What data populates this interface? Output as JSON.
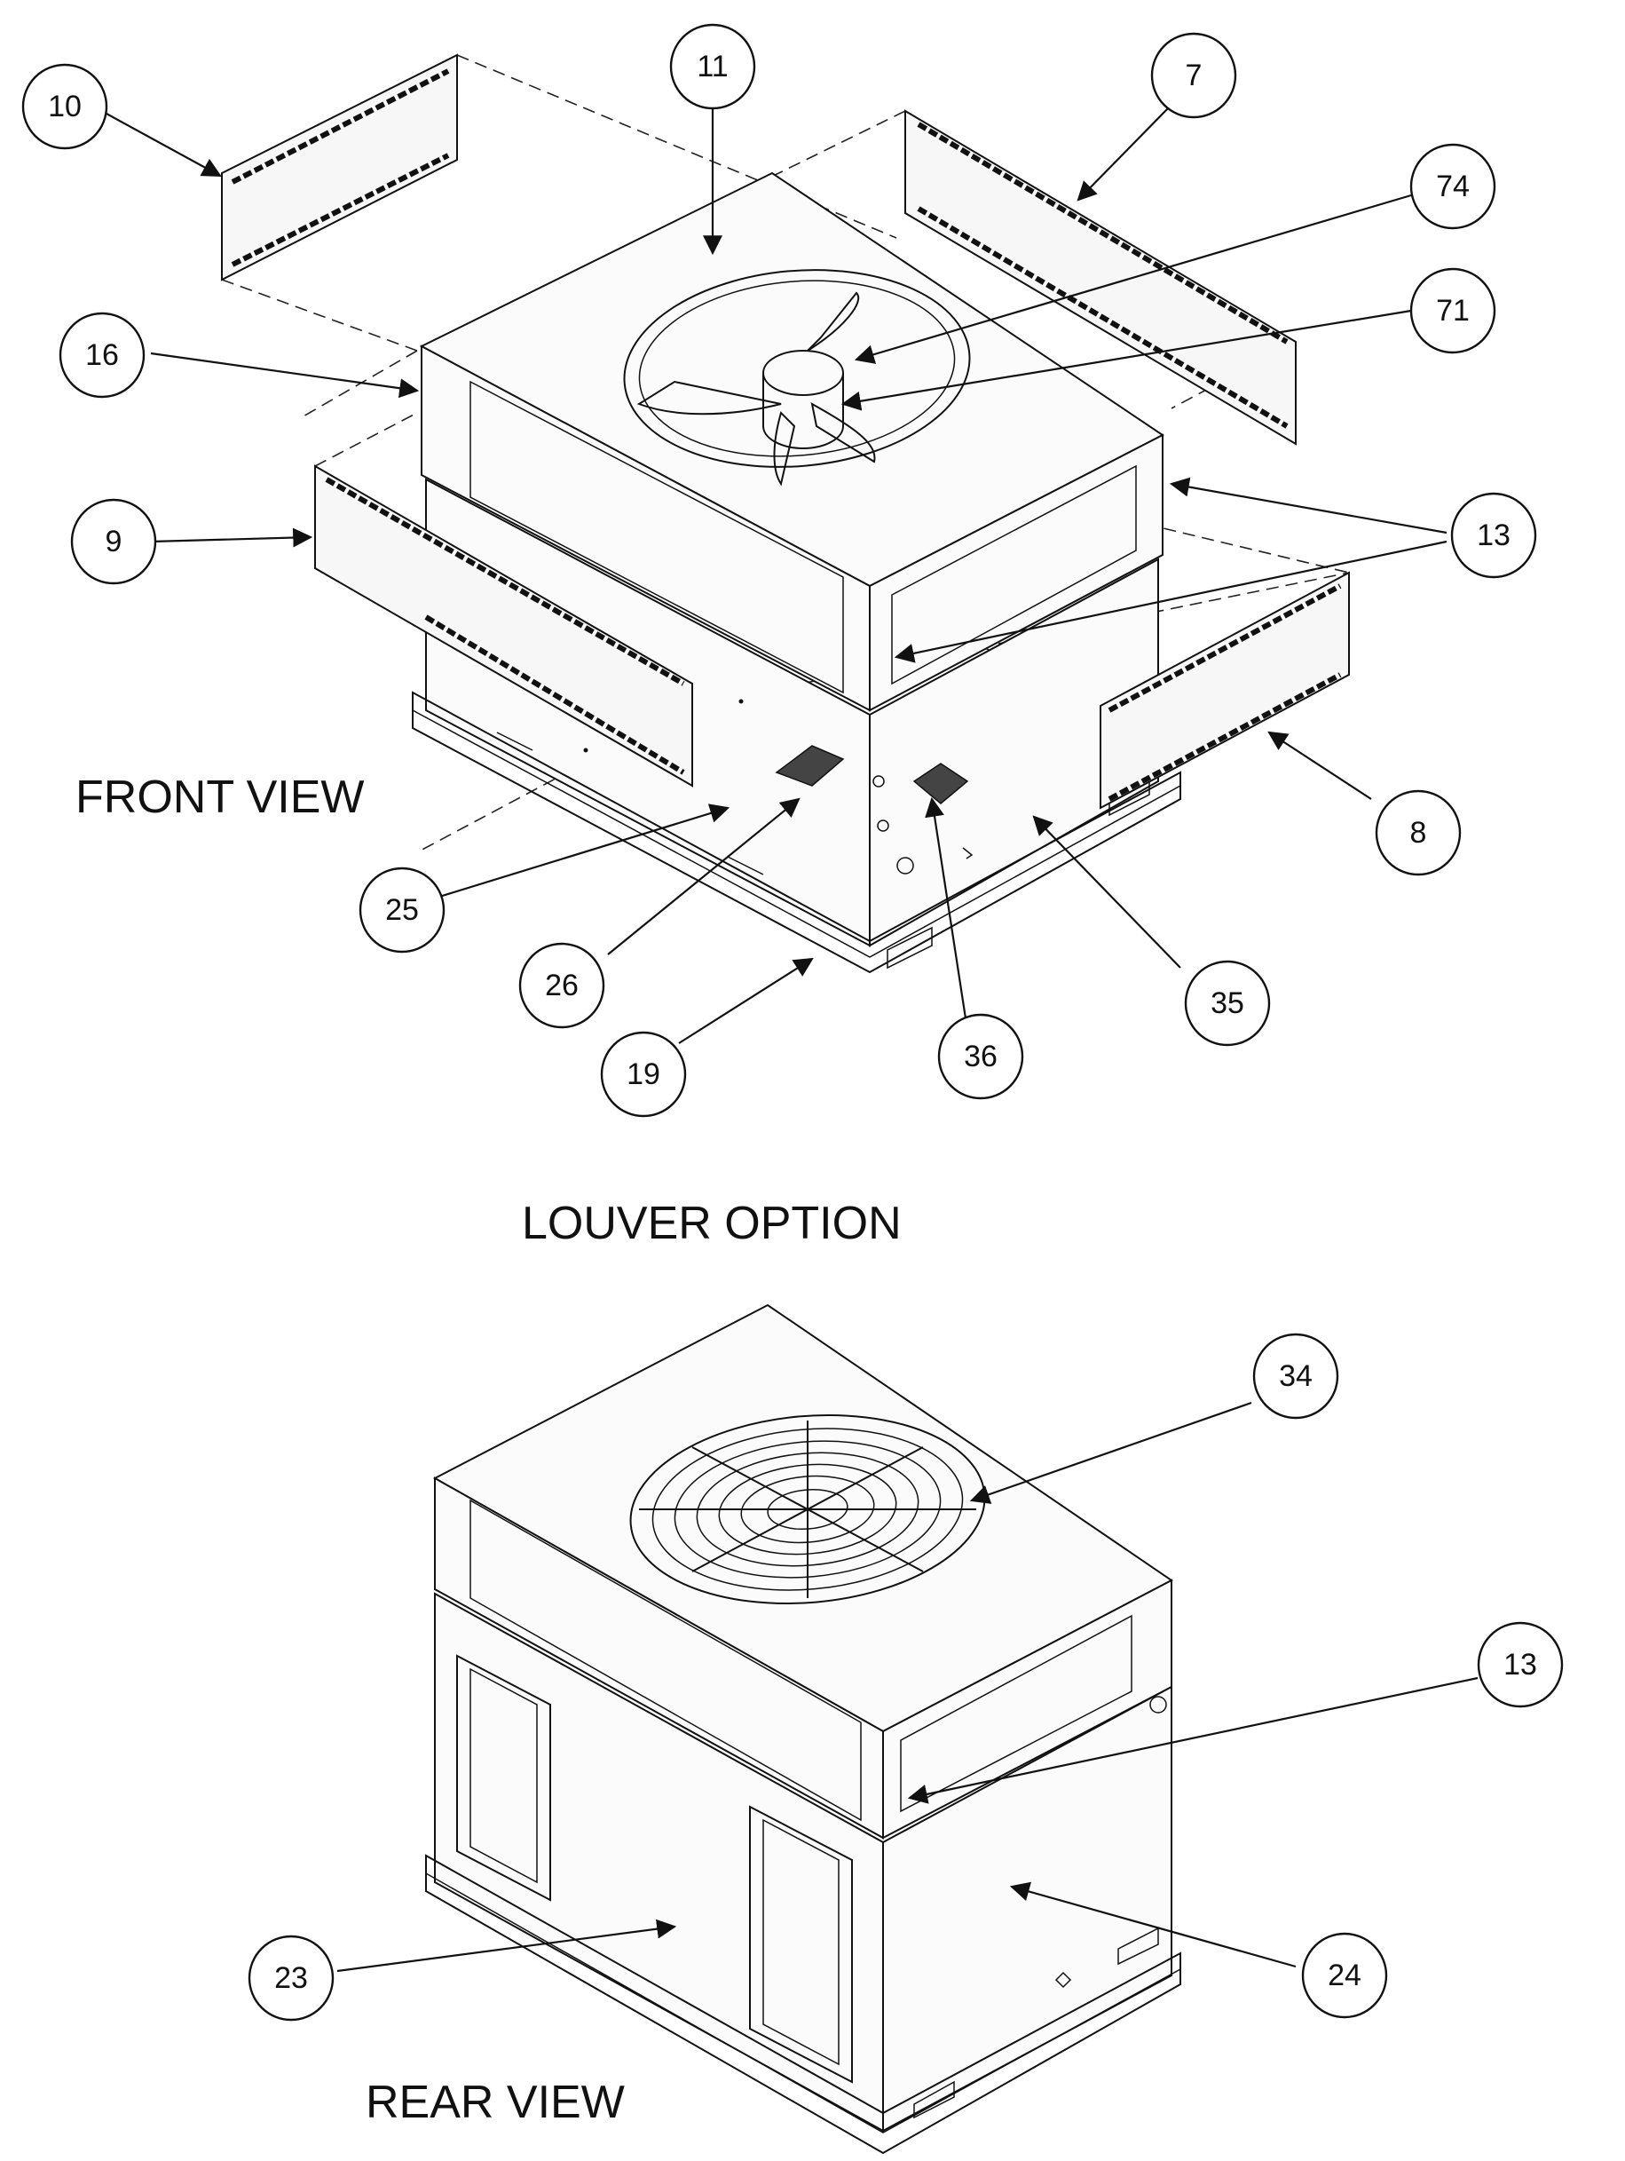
{
  "labels": {
    "front_view": "FRONT VIEW",
    "louver_option": "LOUVER OPTION",
    "rear_view": "REAR VIEW"
  },
  "callouts": {
    "c10": "10",
    "c11": "11",
    "c7": "7",
    "c74": "74",
    "c71": "71",
    "c16": "16",
    "c9": "9",
    "c13a": "13",
    "c8": "8",
    "c25": "25",
    "c26": "26",
    "c19": "19",
    "c36": "36",
    "c35": "35",
    "c34": "34",
    "c13b": "13",
    "c23": "23",
    "c24": "24"
  }
}
